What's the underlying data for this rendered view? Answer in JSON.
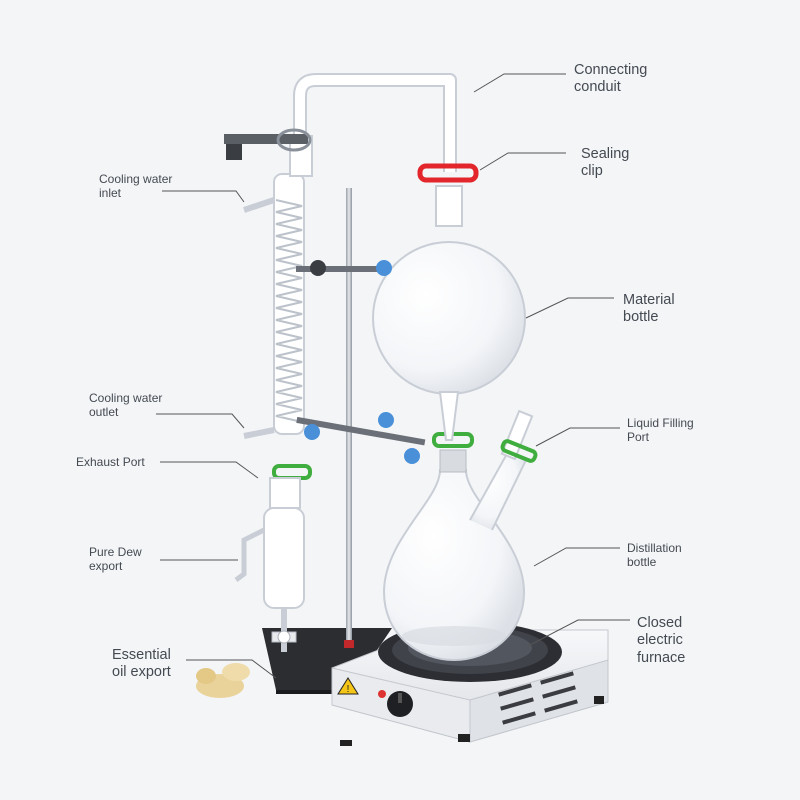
{
  "labels": {
    "connecting_conduit": [
      "Connecting",
      "conduit"
    ],
    "sealing_clip": [
      "Sealing",
      "clip"
    ],
    "cooling_water_inlet": [
      "Cooling water",
      "inlet"
    ],
    "material_bottle": [
      "Material",
      "bottle"
    ],
    "cooling_water_outlet": [
      "Cooling water",
      "outlet"
    ],
    "liquid_filling_port": [
      "Liquid Filling",
      "Port"
    ],
    "exhaust_port": [
      "Exhaust Port"
    ],
    "pure_dew_export": [
      "Pure Dew",
      "export"
    ],
    "distillation_bottle": [
      "Distillation",
      "bottle"
    ],
    "essential_oil_export": [
      "Essential",
      "oil export"
    ],
    "closed_electric_furnace": [
      "Closed",
      "electric",
      "furnace"
    ]
  },
  "colors": {
    "background": "#f4f5f7",
    "label_text": "#444a52",
    "leader_line": "#555555",
    "glass_outline": "#c9ced6",
    "sealing_clip": "#e2262b",
    "joint_clip": "#3fae3f",
    "clamp_knob": "#4a90d9",
    "stand_base": "#2b2d31",
    "furnace_body": "#eceef1",
    "essential_oil": "#e9d39a"
  },
  "icons": [
    "warning-triangle-icon",
    "power-knob-icon"
  ]
}
